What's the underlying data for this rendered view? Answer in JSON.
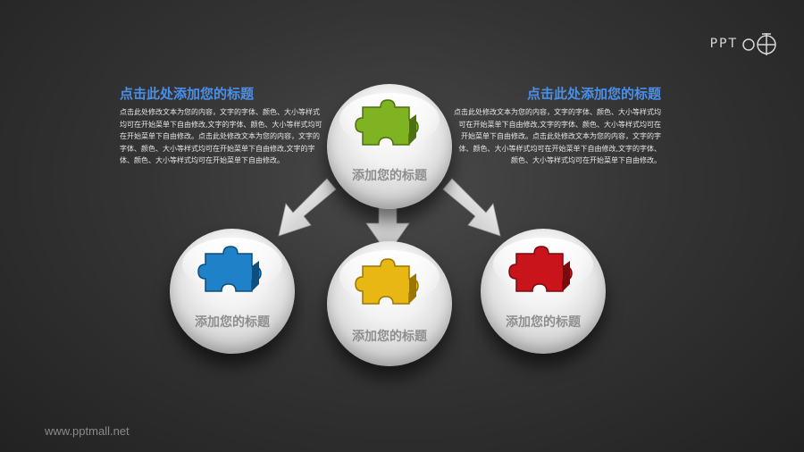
{
  "logo": {
    "text": "PPT"
  },
  "left_block": {
    "title": "点击此处添加您的标题",
    "body": "点击此处修改文本为您的内容，文字的字体、颜色、大小等样式均可在开始菜单下自由修改,文字的字体、颜色、大小等样式均可在开始菜单下自由修改。点击此处修改文本为您的内容，文字的字体、颜色、大小等样式均可在开始菜单下自由修改,文字的字体、颜色、大小等样式均可在开始菜单下自由修改。"
  },
  "right_block": {
    "title": "点击此处添加您的标题",
    "body": "点击此处修改文本为您的内容，文字的字体、颜色、大小等样式均可在开始菜单下自由修改,文字的字体、颜色、大小等样式均可在开始菜单下自由修改。点击此处修改文本为您的内容，文字的字体、颜色、大小等样式均可在开始菜单下自由修改,文字的字体、颜色、大小等样式均可在开始菜单下自由修改。"
  },
  "nodes": [
    {
      "label": "添加您的标题",
      "color": "#7fb321",
      "icon": "puzzle-icon"
    },
    {
      "label": "添加您的标题",
      "color": "#1f82c8",
      "icon": "puzzle-icon"
    },
    {
      "label": "添加您的标题",
      "color": "#e8b714",
      "icon": "puzzle-icon"
    },
    {
      "label": "添加您的标题",
      "color": "#c9141c",
      "icon": "puzzle-icon"
    }
  ],
  "footer": {
    "text": "www.pptmall.net"
  },
  "colors": {
    "title_blue": "#4a8fe8",
    "background": "#333333"
  }
}
